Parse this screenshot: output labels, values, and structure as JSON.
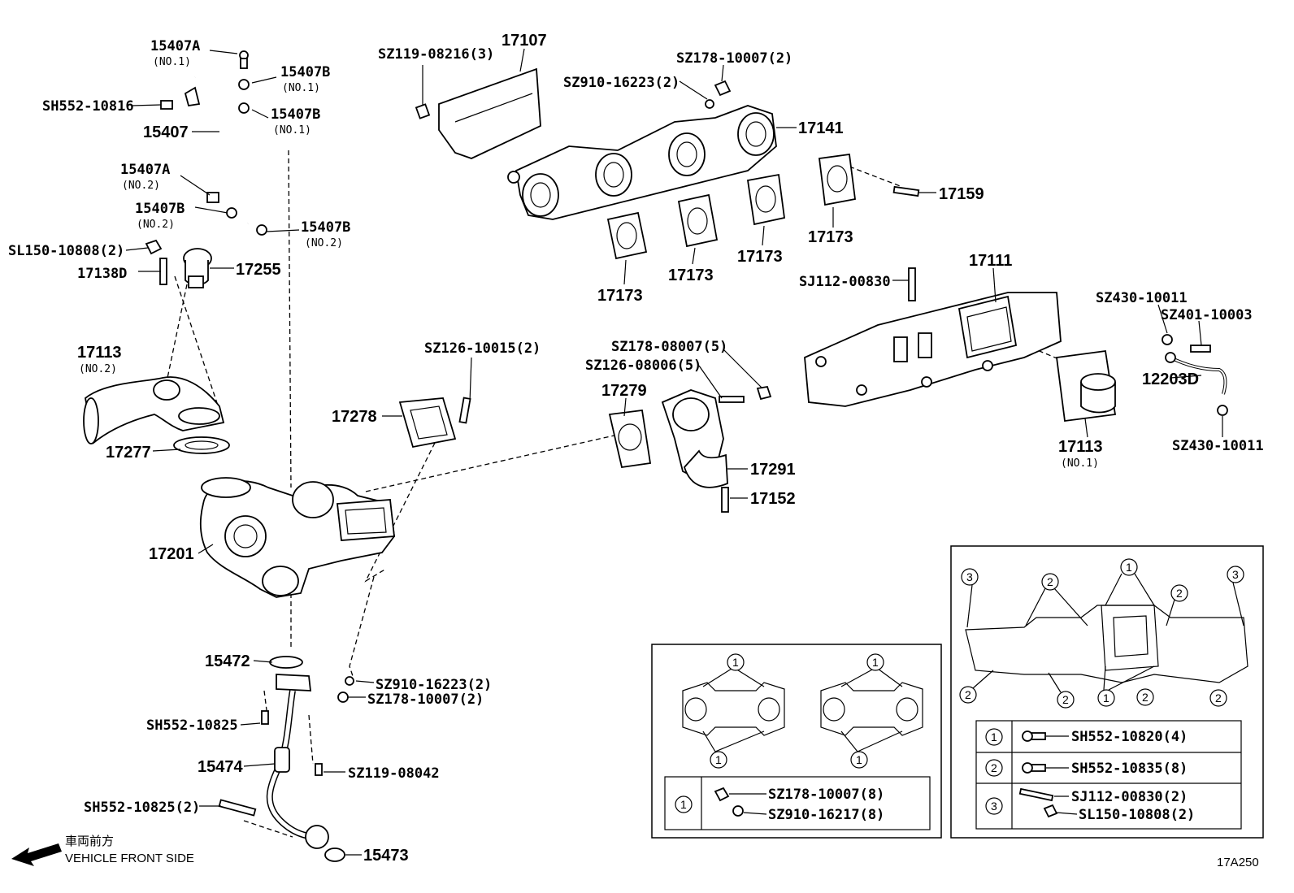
{
  "labels": {
    "p15407A_1": "15407A",
    "p15407A_1_sub": "(NO.1)",
    "p15407B_1a": "15407B",
    "p15407B_1a_sub": "(NO.1)",
    "p15407B_1b": "15407B",
    "p15407B_1b_sub": "(NO.1)",
    "sh552_10816": "SH552-10816",
    "p15407": "15407",
    "p15407A_2": "15407A",
    "p15407A_2_sub": "(NO.2)",
    "p15407B_2a": "15407B",
    "p15407B_2a_sub": "(NO.2)",
    "p15407B_2b": "15407B",
    "p15407B_2b_sub": "(NO.2)",
    "sl150_10808": "SL150-10808(2)",
    "p17138D": "17138D",
    "p17255": "17255",
    "p17113_2": "17113",
    "p17113_2_sub": "(NO.2)",
    "p17277": "17277",
    "p17278": "17278",
    "sz126_10015": "SZ126-10015(2)",
    "p17201": "17201",
    "p15472": "15472",
    "sz910_16223_b": "SZ910-16223(2)",
    "sz178_10007_b": "SZ178-10007(2)",
    "sh552_10825": "SH552-10825",
    "p15474": "15474",
    "sz119_08042": "SZ119-08042",
    "sh552_10825_2": "SH552-10825(2)",
    "p15473": "15473",
    "sz119_08216": "SZ119-08216(3)",
    "p17107": "17107",
    "sz178_10007_a": "SZ178-10007(2)",
    "sz910_16223_a": "SZ910-16223(2)",
    "p17141": "17141",
    "p17159": "17159",
    "p17173_a": "17173",
    "p17173_b": "17173",
    "p17173_c": "17173",
    "p17173_d": "17173",
    "sj112_00830": "SJ112-00830",
    "p17111": "17111",
    "sz430_10011_a": "SZ430-10011",
    "sz401_10003": "SZ401-10003",
    "p12203D": "12203D",
    "sz430_10011_b": "SZ430-10011",
    "p17113_1": "17113",
    "p17113_1_sub": "(NO.1)",
    "sz178_08007": "SZ178-08007(5)",
    "sz126_08006": "SZ126-08006(5)",
    "p17279": "17279",
    "p17291": "17291",
    "p17152": "17152"
  },
  "legend_left": {
    "row1_num": "1",
    "item_a": "SZ178-10007(8)",
    "item_b": "SZ910-16217(8)",
    "callout": "1"
  },
  "legend_right": {
    "n1": "1",
    "n2": "2",
    "n3": "3",
    "row1": "SH552-10820(4)",
    "row2": "SH552-10835(8)",
    "row3a": "SJ112-00830(2)",
    "row3b": "SL150-10808(2)"
  },
  "footer": {
    "front_jp": "車両前方",
    "front_en": "VEHICLE FRONT SIDE",
    "code": "17A250"
  }
}
